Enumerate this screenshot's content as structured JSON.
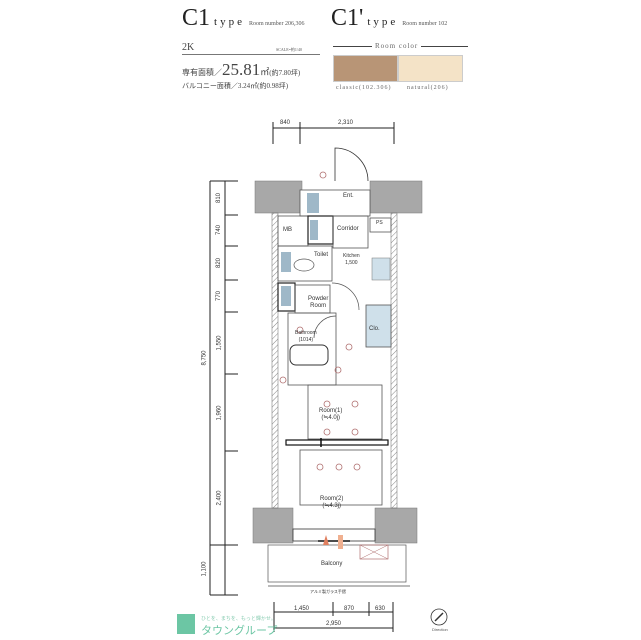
{
  "header": {
    "type_main": "C1",
    "type_main_suffix": "type",
    "type_main_rooms": "Room number 206,306",
    "type_alt": "C1'",
    "type_alt_suffix": "type",
    "type_alt_rooms": "Room number 102",
    "layout": "2K",
    "scale": "SCALE=約1/40",
    "area_label": "専有面積／",
    "area_value": "25.81",
    "area_unit": "㎡",
    "area_tsubo": "(約7.80坪)",
    "balcony": "バルコニー面積／3.24㎡(約0.98坪)"
  },
  "room_color": {
    "title": "Room color",
    "swatches": [
      {
        "name": "classic(102.306)",
        "color": "#b89576"
      },
      {
        "name": "natural(206)",
        "color": "#f4e3c7"
      }
    ]
  },
  "dimensions": {
    "top": [
      "840",
      "2,310"
    ],
    "left": [
      "810",
      "740",
      "820",
      "770",
      "1,550",
      "1,960",
      "2,400",
      "1,100"
    ],
    "left_total": "8,750",
    "bottom": [
      "1,450",
      "870",
      "630"
    ],
    "bottom_total": "2,950"
  },
  "rooms": {
    "entrance": "Ent.",
    "mb": "MB",
    "corridor": "Corridor",
    "ps": "PS",
    "toilet": "Toilet",
    "kitchen": "Kitchen",
    "kitchen_size": "1,500",
    "powder": "Powder\nRoom",
    "bathroom": "Bathroom",
    "bathroom_size": "(1014)",
    "closet": "Clo.",
    "room1": "Room(1)",
    "room1_size": "(≒4.0j)",
    "room2": "Room(2)",
    "room2_size": "(≒4.3j)",
    "balcony": "Balcony",
    "railing_note": "アルミ製ガラス手摺"
  },
  "footer": {
    "brand_tagline": "ひとを、まちを、もっと輝かせ。",
    "brand_name": "タウングループ",
    "brand_logo_color": "#6cc6a4",
    "compass_label": "Direction"
  }
}
